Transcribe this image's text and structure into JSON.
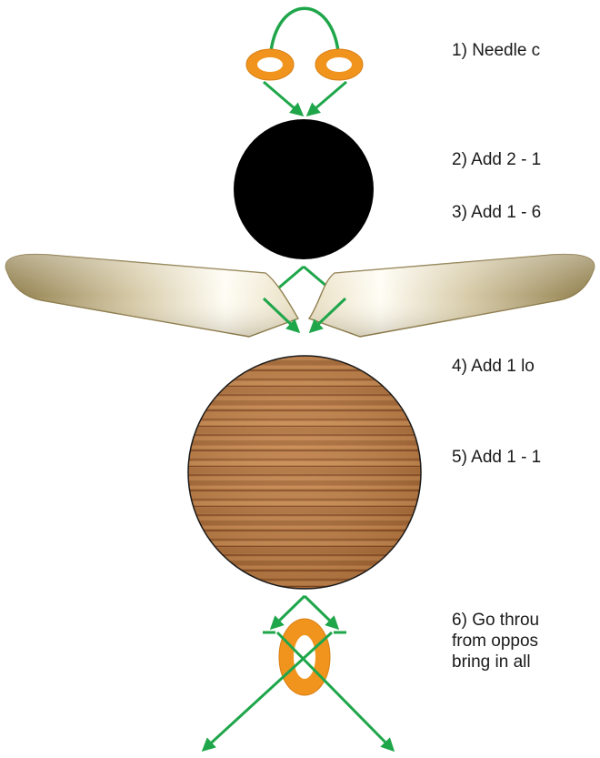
{
  "steps": [
    {
      "number": "1)",
      "text": "Needle c"
    },
    {
      "number": "2)",
      "text": "Add 2 - 1"
    },
    {
      "number": "3)",
      "text": "Add 1 - 6"
    },
    {
      "number": "4)",
      "text": "Add 1 lo"
    },
    {
      "number": "5)",
      "text": "Add 1 - 1"
    },
    {
      "number": "6)",
      "lines": [
        "Go throu",
        "from oppos",
        "bring in all"
      ]
    }
  ],
  "colors": {
    "thread": "#1fa64a",
    "ring": "#f0941e",
    "ring_hole": "#ffffff",
    "black_bead": "#000000",
    "wood_dark": "#8a4f22",
    "wood_light": "#c8864c",
    "spacer_dark": "#8f7d4a",
    "spacer_light": "#fffdf4",
    "text": "#1a1a1a"
  },
  "icons": [
    "top-ring-left-icon",
    "top-ring-right-icon",
    "black-round-bead-icon",
    "left-spacer-bead-icon",
    "right-spacer-bead-icon",
    "wooden-round-bead-icon",
    "bottom-ring-icon"
  ]
}
